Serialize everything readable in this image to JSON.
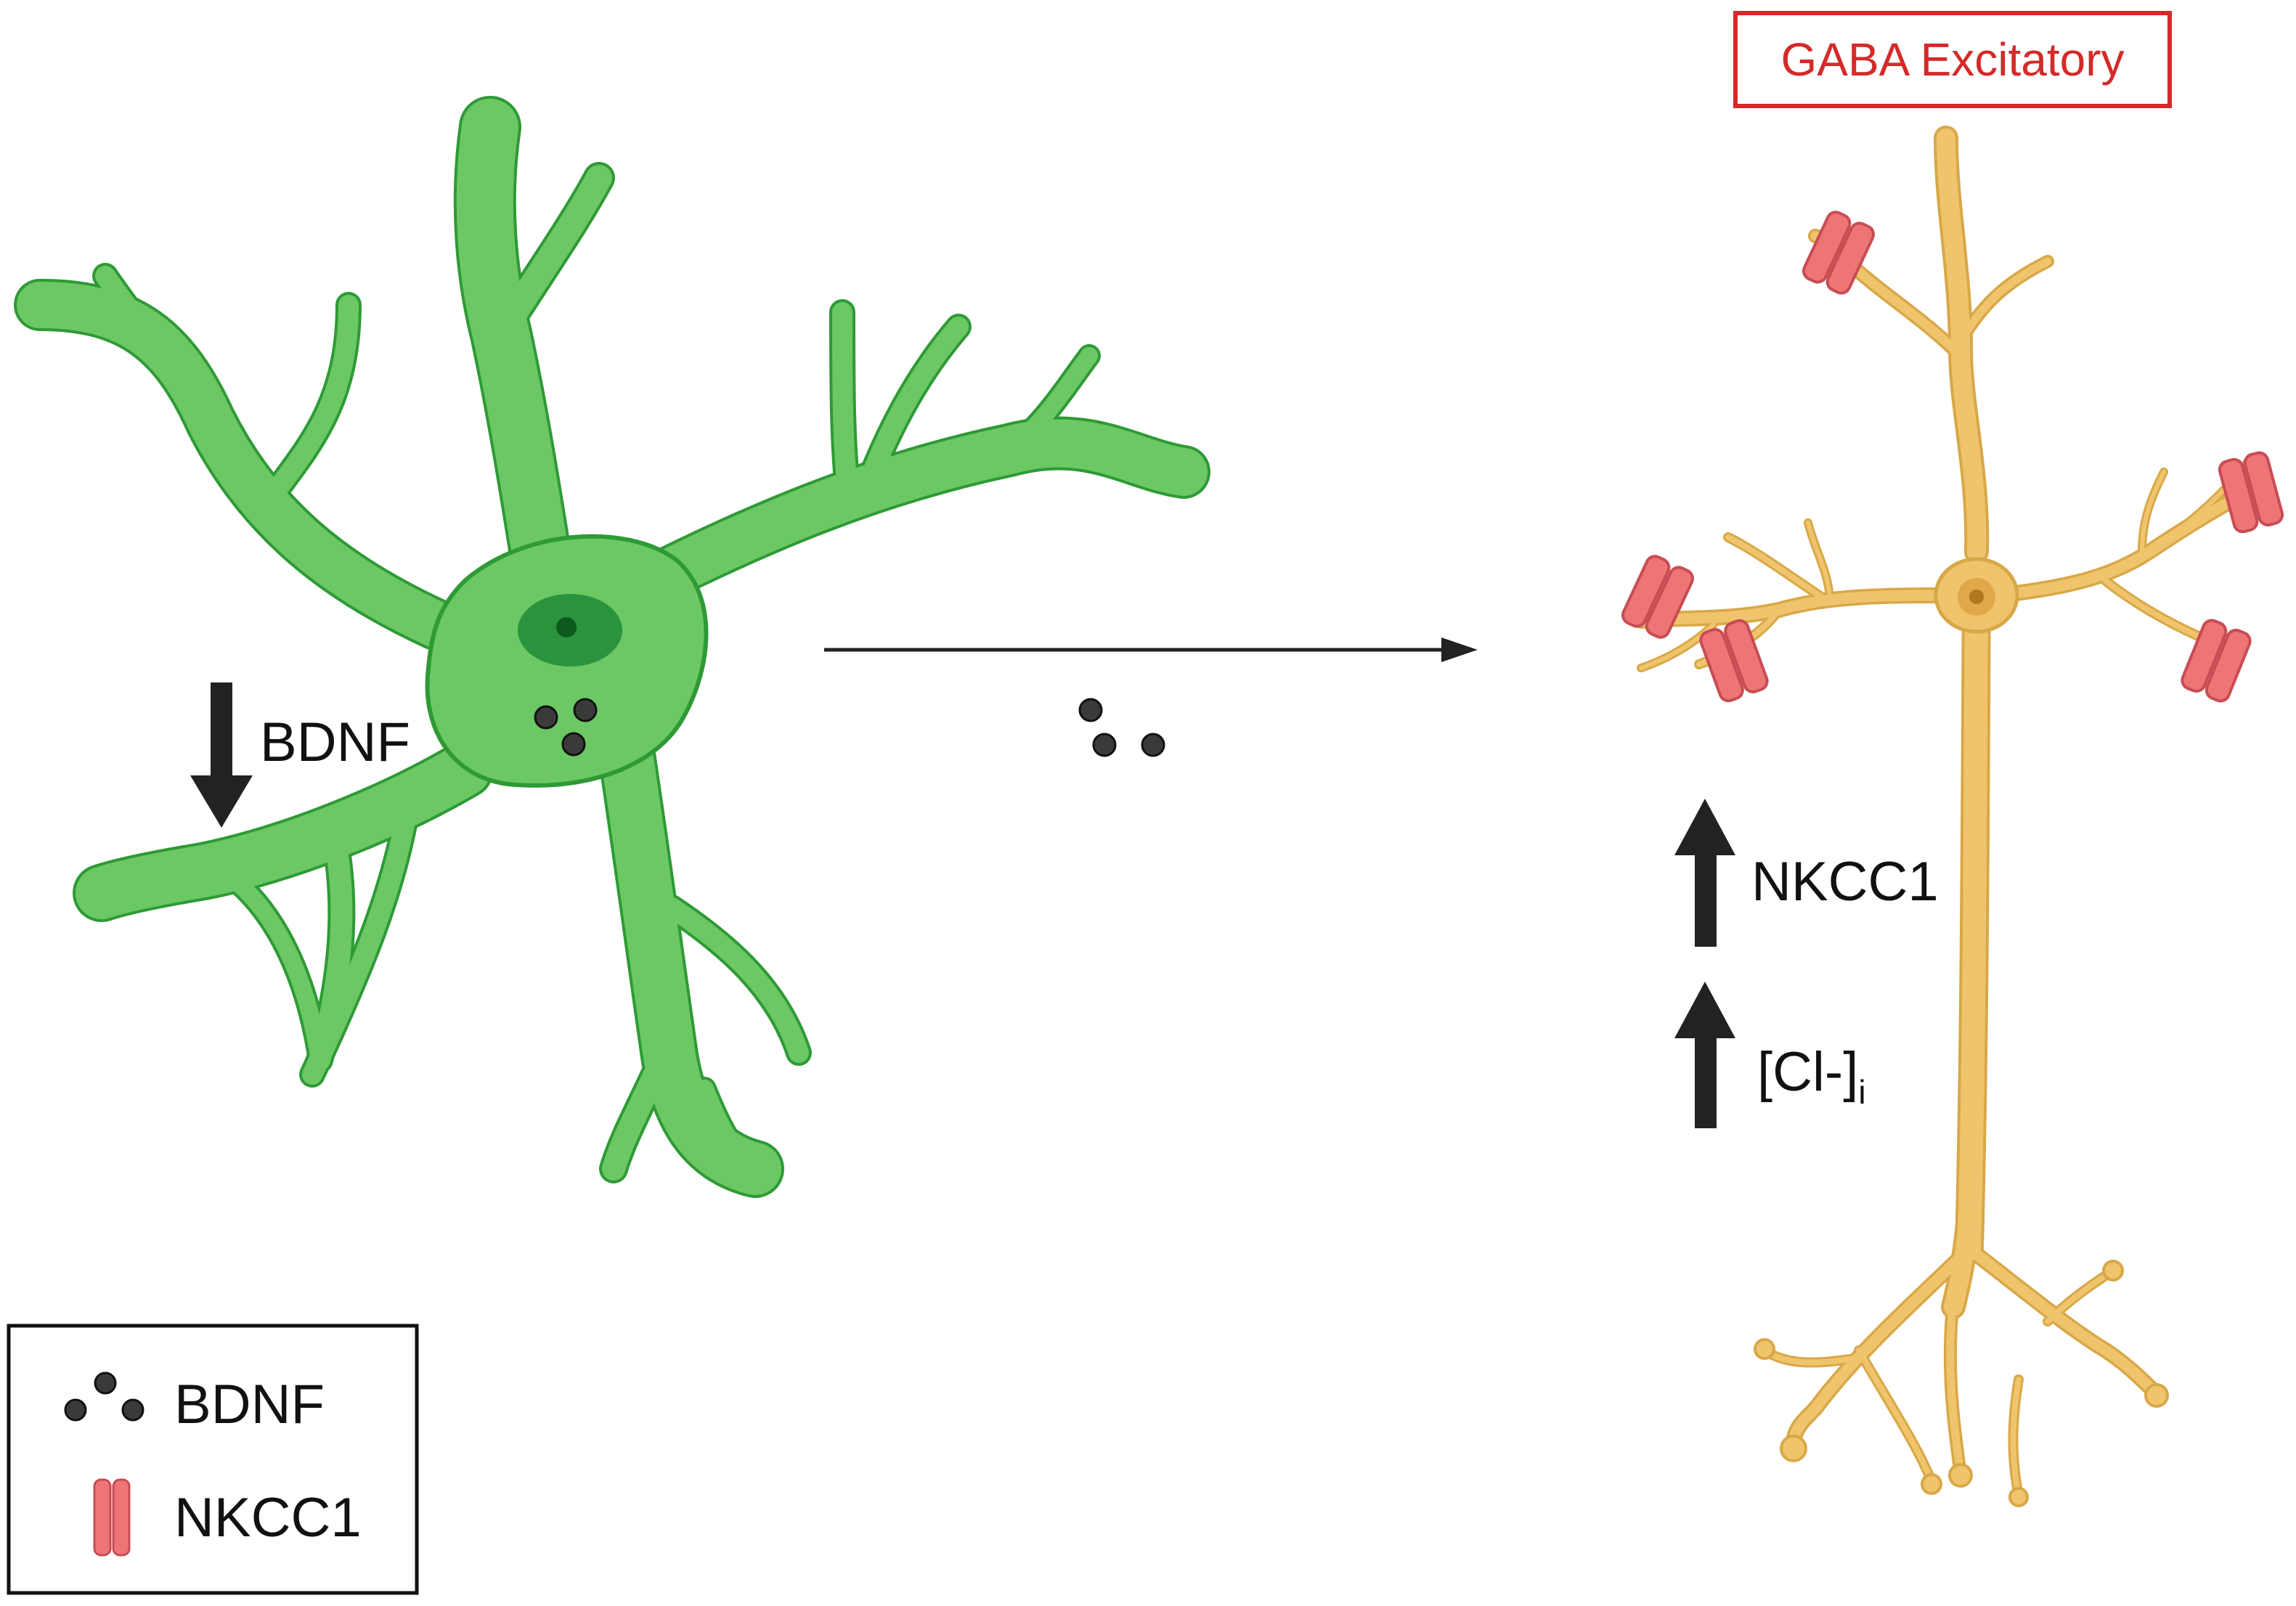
{
  "header": {
    "badge_text": "GABA Excitatory"
  },
  "astrocyte": {
    "arrow_direction": "down",
    "label": "BDNF"
  },
  "neuron": {
    "indicators": [
      {
        "direction": "up",
        "label": "NKCC1"
      },
      {
        "direction": "up",
        "label": "[Cl-]",
        "subscript": "i"
      }
    ]
  },
  "legend": {
    "items": [
      {
        "icon": "bdnf-dots-icon",
        "label": "BDNF"
      },
      {
        "icon": "nkcc1-channel-icon",
        "label": "NKCC1"
      }
    ]
  },
  "colors": {
    "astrocyte_fill": "#6CC864",
    "astrocyte_outline": "#2E9A36",
    "nucleus": "#1E8A36",
    "neuron_fill": "#F0C46C",
    "neuron_outline": "#D8A848",
    "channel_fill": "#EE7576",
    "channel_outline": "#C84C54",
    "badge_red": "#D42A2A",
    "dark": "#222222"
  }
}
